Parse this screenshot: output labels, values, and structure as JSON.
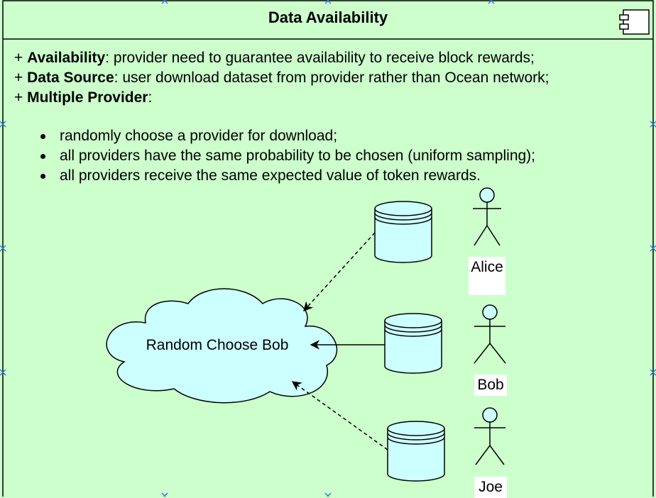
{
  "title": "Data Availability",
  "description": [
    {
      "key": "Availability",
      "text": ": provider need to guarantee availability to receive block rewards;"
    },
    {
      "key": "Data Source",
      "text": ": user download dataset from provider rather than Ocean network;"
    },
    {
      "key": "Multiple Provider",
      "text": ":"
    }
  ],
  "bullets": [
    "randomly choose a provider for download;",
    "all providers have the same probability to be chosen (uniform sampling);",
    "all providers receive the same expected value of token rewards."
  ],
  "cloud_label": "Random Choose Bob",
  "actors": {
    "alice": "Alice",
    "bob": "Bob",
    "joe": "Joe"
  },
  "colors": {
    "background": "#ccffcc",
    "shape_fill": "#ccffff",
    "stroke": "#000000",
    "handle": "#3a7bd5"
  }
}
